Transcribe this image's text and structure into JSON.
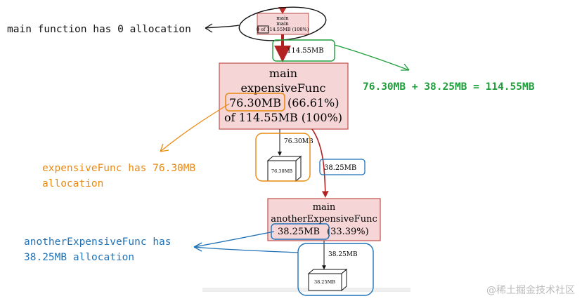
{
  "graph": {
    "root_node": {
      "line1": "main",
      "line2": "main",
      "line3": "0 of 114.55MB (100%)"
    },
    "edge_root_to_main": "114.55MB",
    "main_node": {
      "line1": "main",
      "line2": "expensiveFunc",
      "flat": "76.30MB",
      "flat_pct": "(66.61%)",
      "cum": "of 114.55MB (100%)"
    },
    "edge_to_self_box": "76.30MB",
    "self_box_label": "76.30MB",
    "edge_to_another": "38.25MB",
    "another_node": {
      "line1": "main",
      "line2": "anotherExpensiveFunc",
      "flat": "38.25MB",
      "flat_pct": "(33.39%)"
    },
    "edge_to_another_box": "38.25MB",
    "another_box_label": "38.25MB"
  },
  "annotations": {
    "main_zero": "main function has 0 allocation",
    "sum": "76.30MB + 38.25MB = 114.55MB",
    "expensive_line1": "expensiveFunc has 76.30MB",
    "expensive_line2": "allocation",
    "another_line1": "anotherExpensiveFunc has",
    "another_line2": "38.25MB allocation"
  },
  "watermark": "@稀土掘金技术社区",
  "colors": {
    "node_fill": "#f5d5d5",
    "node_stroke": "#c0504d",
    "edge_red": "#b22222",
    "annot_green": "#1e9e3a",
    "annot_orange": "#ea8a12",
    "annot_blue": "#1f72b8",
    "ink": "#111111"
  }
}
